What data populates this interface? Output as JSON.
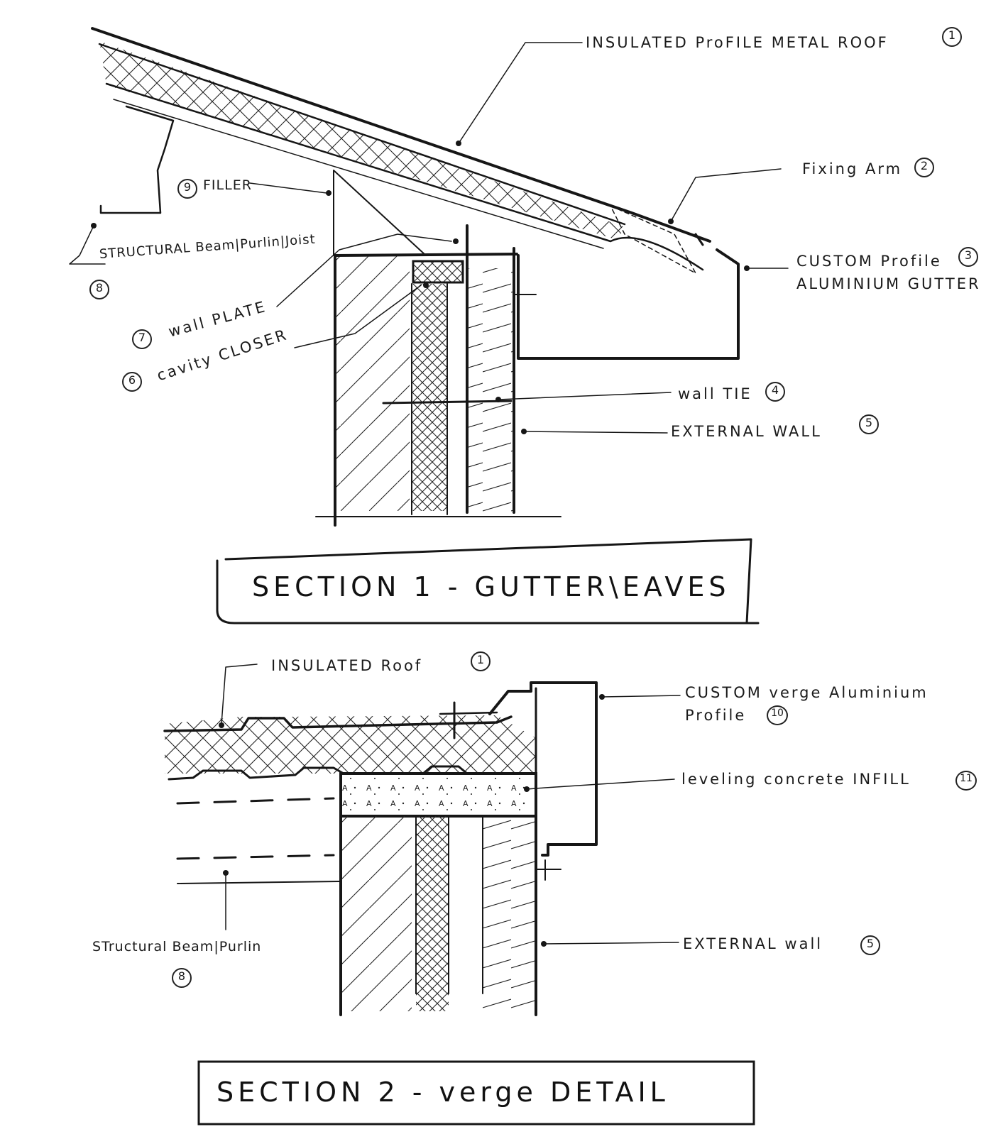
{
  "section1": {
    "title": "SECTION 1  -  GUTTER\\EAVES",
    "labels": {
      "roof": "INSULATED  ProFILE  METAL  ROOF",
      "roof_num": "1",
      "fixing_arm": "Fixing  Arm",
      "fixing_num": "2",
      "gutter_1": "CUSTOM  Profile",
      "gutter_2": "ALUMINIUM  GUTTER",
      "gutter_num": "3",
      "wall_tie": "wall TIE",
      "wall_tie_num": "4",
      "ext_wall": "EXTERNAL  WALL",
      "ext_wall_num": "5",
      "cavity_closer": "cavity CLOSER",
      "cavity_num": "6",
      "wall_plate": "wall  PLATE",
      "wall_plate_num": "7",
      "beam": "STRUCTURAL Beam|Purlin|Joist",
      "beam_num": "8",
      "filler": "FILLER",
      "filler_num": "9"
    }
  },
  "section2": {
    "title": "SECTION  2   -   verge   DETAIL",
    "labels": {
      "roof": "INSULATED   Roof",
      "roof_num": "1",
      "verge_1": "CUSTOM   verge   Aluminium",
      "verge_2": "Profile",
      "verge_num": "10",
      "infill": "leveling   concrete   INFILL",
      "infill_num": "11",
      "ext_wall": "EXTERNAL      wall",
      "ext_wall_num": "5",
      "beam": "STructural Beam|Purlin",
      "beam_num": "8"
    }
  }
}
